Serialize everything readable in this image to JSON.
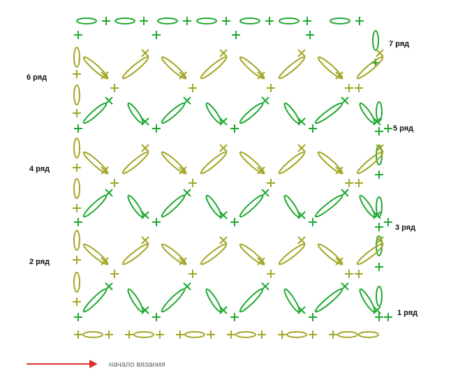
{
  "colors": {
    "green": "#1fa831",
    "olive": "#a3a625",
    "arrow": "#e0322c",
    "text": "#111111",
    "caption": "#666666"
  },
  "symbols": {
    "chain": "oval",
    "single_crochet": "plus",
    "slip_stitch": "cross"
  },
  "row_labels": [
    "1 ряд",
    "2 ряд",
    "3 ряд",
    "4 ряд",
    "5 ряд",
    "6 ряд",
    "7 ряд"
  ],
  "start_caption": "начало вязания",
  "icons": {
    "start_arrow": "arrow-right-icon"
  }
}
